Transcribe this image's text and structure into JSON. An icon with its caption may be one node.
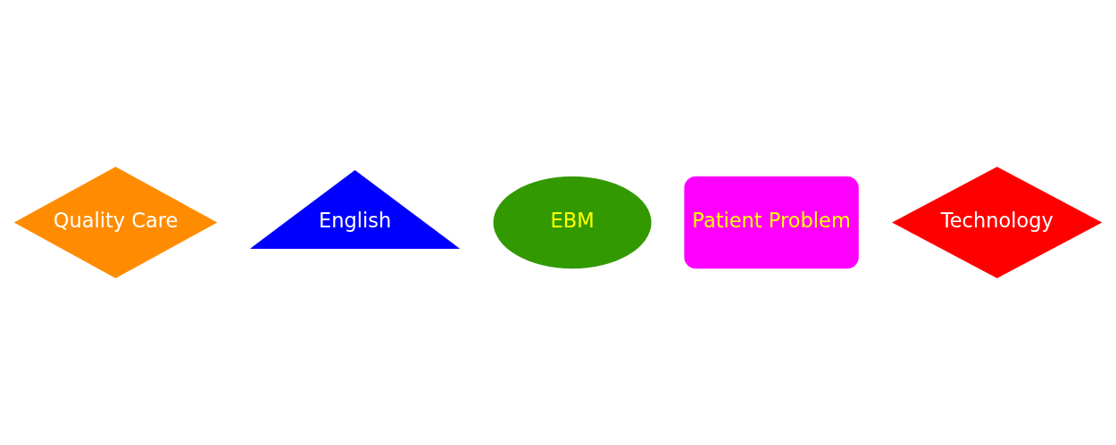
{
  "diagram": {
    "nodes": [
      {
        "text": [
          "Quality Care"
        ]
      },
      {
        "text": [
          "English"
        ]
      },
      {
        "text": [
          "EBM"
        ]
      },
      {
        "text": [
          "Patient Problem"
        ]
      },
      {
        "text": [
          "Technology"
        ]
      }
    ]
  }
}
